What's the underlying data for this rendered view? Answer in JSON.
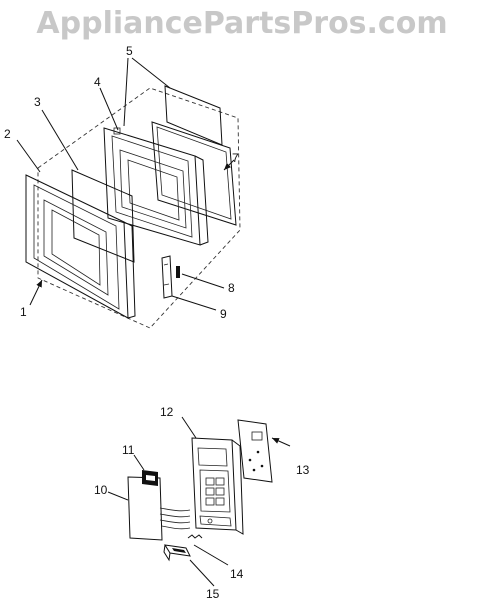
{
  "watermark": "AppliancePartsPros.com",
  "labels": [
    "1",
    "2",
    "3",
    "4",
    "5",
    "7",
    "8",
    "9",
    "10",
    "11",
    "12",
    "13",
    "14",
    "15"
  ]
}
